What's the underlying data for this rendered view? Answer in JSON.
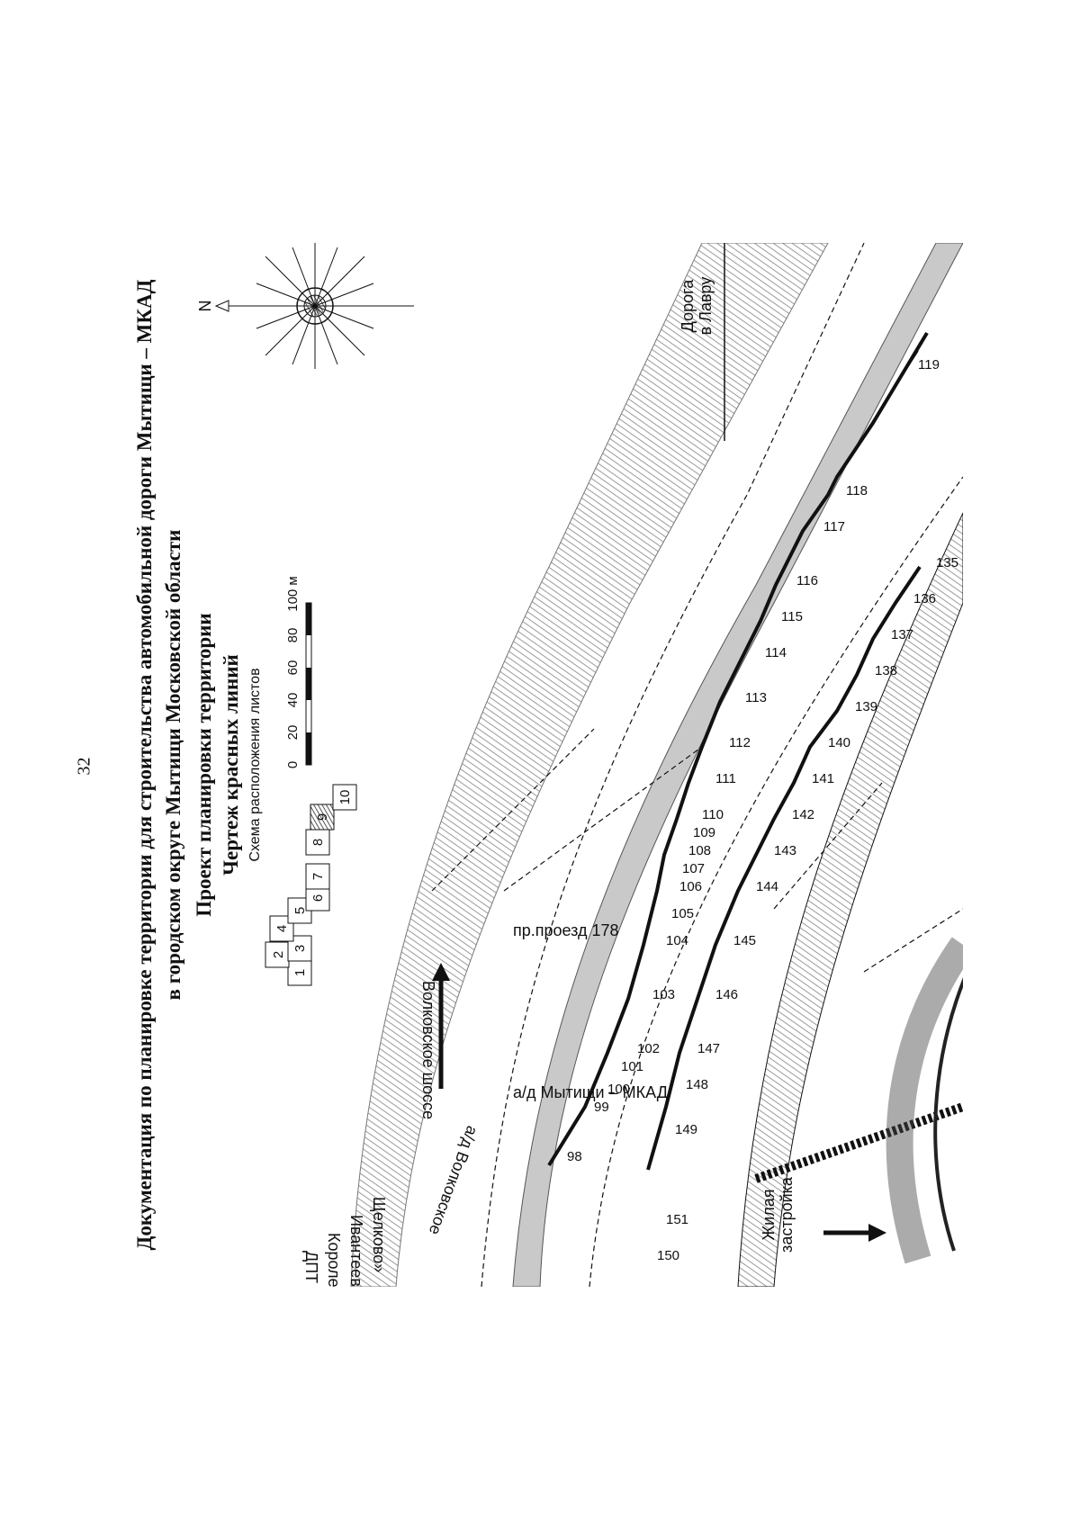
{
  "page_number": "32",
  "title": {
    "line1": "Документация по планировке территории для строительства автомобильной дороги Мытищи – МКАД",
    "line2": "в городском округе Мытищи Московской области",
    "line3": "Проект планировки территории",
    "line4": "Чертеж красных линий",
    "sheet_scheme": "Схема расположения листов"
  },
  "sheet_index": [
    "1",
    "2",
    "3",
    "4",
    "5",
    "6",
    "7",
    "8",
    "9",
    "10"
  ],
  "sheet_current": "9",
  "scale_bar": {
    "ticks": [
      "0",
      "20",
      "40",
      "60",
      "80",
      "100 м"
    ]
  },
  "compass": {
    "north_label": "N"
  },
  "labels": {
    "road_to_lavra": [
      "Дорога",
      "в Лавру"
    ],
    "residential": [
      "Жилая",
      "застройка"
    ],
    "volkovskoe": "Волковское шоссе",
    "road_volk": "а/д Волковское",
    "road_myt_mkad": "а/д Мытищи – МКАД",
    "pr_178": "пр.проезд 178",
    "dpt": [
      "ДПТ «Мытищи –",
      "Королев –",
      "Ивантеевка –",
      "Щелково»"
    ]
  },
  "point_labels": {
    "p98": "98",
    "p99": "99",
    "p100": "100",
    "p101": "101",
    "p102": "102",
    "p103": "103",
    "p104": "104",
    "p105": "105",
    "p106": "106",
    "p107": "107",
    "p108": "108",
    "p109": "109",
    "p110": "110",
    "p111": "111",
    "p112": "112",
    "p113": "113",
    "p114": "114",
    "p115": "115",
    "p116": "116",
    "p117": "117",
    "p118": "118",
    "p119": "119",
    "p135": "135",
    "p136": "136",
    "p137": "137",
    "p138": "138",
    "p139": "139",
    "p140": "140",
    "p141": "141",
    "p142": "142",
    "p143": "143",
    "p144": "144",
    "p145": "145",
    "p146": "146",
    "p147": "147",
    "p148": "148",
    "p149": "149",
    "p150": "150",
    "p151": "151"
  },
  "colors": {
    "ink": "#111111",
    "road_fill": "#c9c9c9",
    "hatch": "#9a9a9a"
  }
}
